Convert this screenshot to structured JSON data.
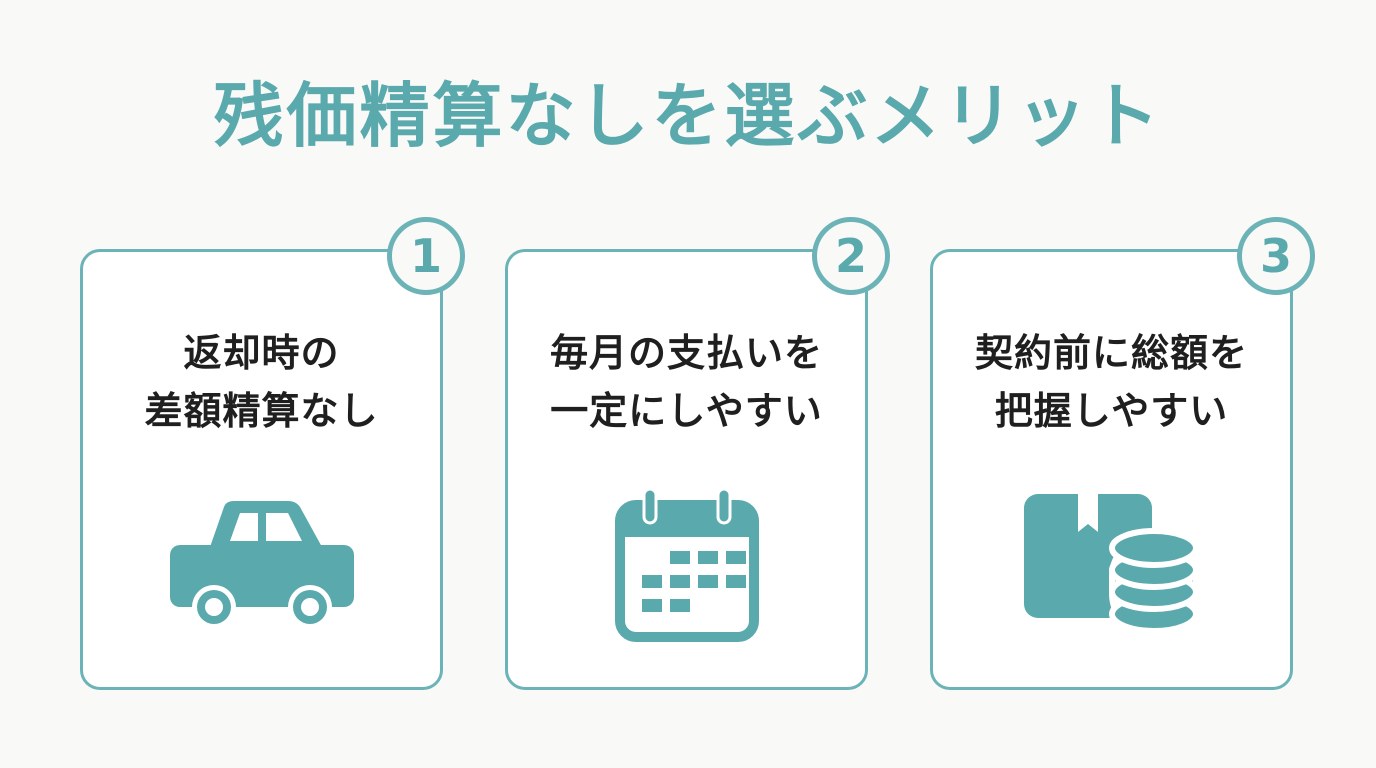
{
  "title": "残価精算なしを選ぶメリット",
  "cards": [
    {
      "number": "1",
      "lines": [
        "返却時の",
        "差額精算なし"
      ],
      "icon": "car-icon"
    },
    {
      "number": "2",
      "lines": [
        "毎月の支払いを",
        "一定にしやすい"
      ],
      "icon": "calendar-icon"
    },
    {
      "number": "3",
      "lines": [
        "契約前に総額を",
        "把握しやすい"
      ],
      "icon": "box-coins-icon"
    }
  ],
  "colors": {
    "accent": "#5aa9ad",
    "border": "#6bb3b6",
    "text": "#1f1f1f",
    "background": "#f9f9f8"
  }
}
